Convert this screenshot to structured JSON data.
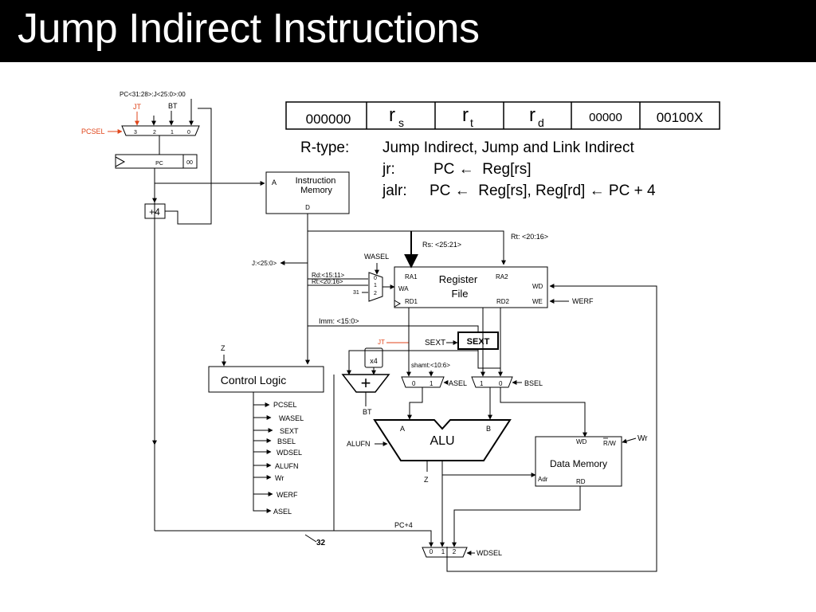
{
  "slide": {
    "title": "Jump Indirect Instructions"
  },
  "instruction_format": {
    "fields": [
      "000000",
      "r",
      "r",
      "r",
      "00000",
      "00100X"
    ],
    "field_subscripts": [
      "",
      "s",
      "t",
      "d",
      "",
      ""
    ],
    "type_label": "R-type:",
    "heading": "Jump Indirect, Jump and Link Indirect",
    "jr_label": "jr:",
    "jr_semantics": "PC ←  Reg[rs]",
    "jalr_label": "jalr:",
    "jalr_semantics": "PC ←  Reg[rs], Reg[rd] ← PC + 4"
  },
  "datapath": {
    "pc_concat": "PC<31:28>:J<25:0>:00",
    "jt": "JT",
    "bt": "BT",
    "pcsel": "PCSEL",
    "pcsel_inputs": [
      "3",
      "2",
      "1",
      "0"
    ],
    "pc": "PC",
    "pc_low": "00",
    "plus4": "+4",
    "imem_title1": "Instruction",
    "imem_title2": "Memory",
    "imem_a": "A",
    "imem_d": "D",
    "j_field": "J:<25:0>",
    "rs_field": "Rs: <25:21>",
    "rt_field": "Rt: <20:16>",
    "wasel": "WASEL",
    "rd_field": "Rd:<15:11>",
    "rt_field2": "Rt:<20:16>",
    "const31": "31",
    "wasel_inputs": [
      "0",
      "1",
      "2"
    ],
    "rf_ra1": "RA1",
    "rf_ra2": "RA2",
    "rf_wa": "WA",
    "rf_wd": "WD",
    "rf_we": "WE",
    "rf_rd1": "RD1",
    "rf_rd2": "RD2",
    "rf_title1": "Register",
    "rf_title2": "File",
    "werf": "WERF",
    "imm_field": "Imm: <15:0>",
    "sext": "SEXT",
    "sext_box": "SEXT",
    "z": "Z",
    "x4": "x4",
    "shamt": "shamt:<10:6>",
    "adder_plus": "+",
    "asel": "ASEL",
    "asel_inputs": [
      "0",
      "1"
    ],
    "bsel": "BSEL",
    "bsel_inputs": [
      "1",
      "0"
    ],
    "control_logic": "Control Logic",
    "control_outputs": [
      "PCSEL",
      "WASEL",
      "SEXT",
      "BSEL",
      "WDSEL",
      "ALUFN",
      "Wr",
      "WERF",
      "ASEL"
    ],
    "alu": "ALU",
    "alu_a": "A",
    "alu_b": "B",
    "alufn": "ALUFN",
    "alu_z": "Z",
    "dm_title": "Data Memory",
    "dm_wd": "WD",
    "dm_rw_r": "R",
    "dm_rw_w": "/W",
    "dm_wr": "Wr",
    "dm_adr": "Adr",
    "dm_rd": "RD",
    "pc4": "PC+4",
    "bus32": "32",
    "wdsel": "WDSEL",
    "wdsel_inputs": [
      "0",
      "1",
      "2"
    ]
  },
  "colors": {
    "accent": "#e0461b",
    "ink": "#000000",
    "title_bg": "#000000"
  }
}
